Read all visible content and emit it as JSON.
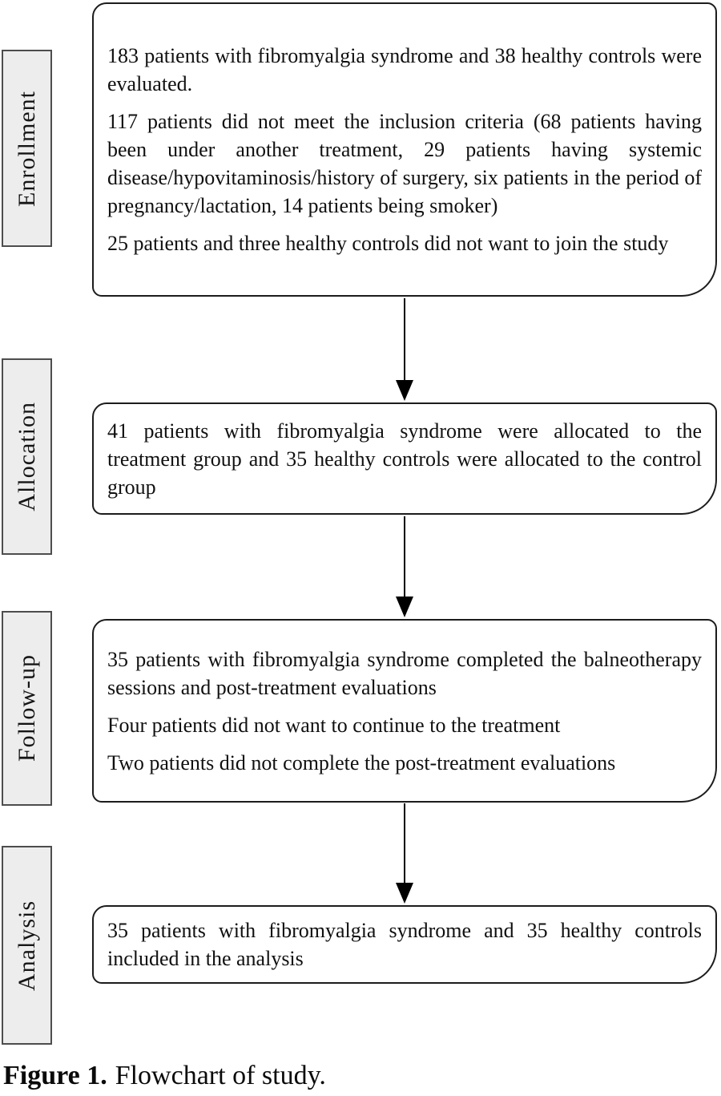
{
  "figure": {
    "caption_label": "Figure 1.",
    "caption_text": "Flowchart of study."
  },
  "colors": {
    "box_border": "#1c1c1c",
    "label_background": "#ededed",
    "label_border": "#4d4d4d",
    "arrow": "#000000",
    "page_background": "#ffffff"
  },
  "stages": [
    {
      "label": "Enrollment",
      "paragraphs": [
        "183 patients with fibromyalgia syndrome and 38 healthy controls were evaluated.",
        "117 patients did not meet the inclusion criteria (68 patients having been under another treatment, 29 patients having systemic disease/hypovitaminosis/history of surgery, six patients in the period of pregnancy/lactation, 14 patients being smoker)",
        "25 patients and three healthy controls did not want to join the study"
      ]
    },
    {
      "label": "Allocation",
      "paragraphs": [
        "41 patients with fibromyalgia syndrome were allocated to the treatment group and 35 healthy controls were allocated to the control group"
      ]
    },
    {
      "label": "Follow-up",
      "paragraphs": [
        "35 patients with fibromyalgia syndrome completed the balneotherapy sessions and post-treatment evaluations",
        "Four patients did not want to continue to the treatment",
        "Two patients did not complete the post-treatment evaluations"
      ]
    },
    {
      "label": "Analysis",
      "paragraphs": [
        "35 patients with fibromyalgia syndrome and 35 healthy controls included in the analysis"
      ]
    }
  ]
}
